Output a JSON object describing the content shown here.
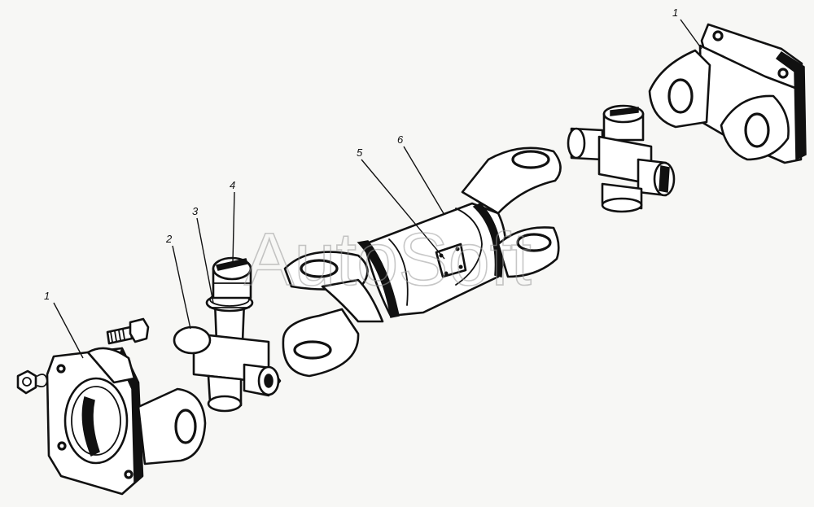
{
  "figure": {
    "watermark": "AutoSoft",
    "callouts": [
      {
        "id": "callout-1-left",
        "label": "1"
      },
      {
        "id": "callout-2",
        "label": "2"
      },
      {
        "id": "callout-3",
        "label": "3"
      },
      {
        "id": "callout-4",
        "label": "4"
      },
      {
        "id": "callout-5",
        "label": "5"
      },
      {
        "id": "callout-6",
        "label": "6"
      },
      {
        "id": "callout-1-right",
        "label": "1"
      }
    ]
  }
}
